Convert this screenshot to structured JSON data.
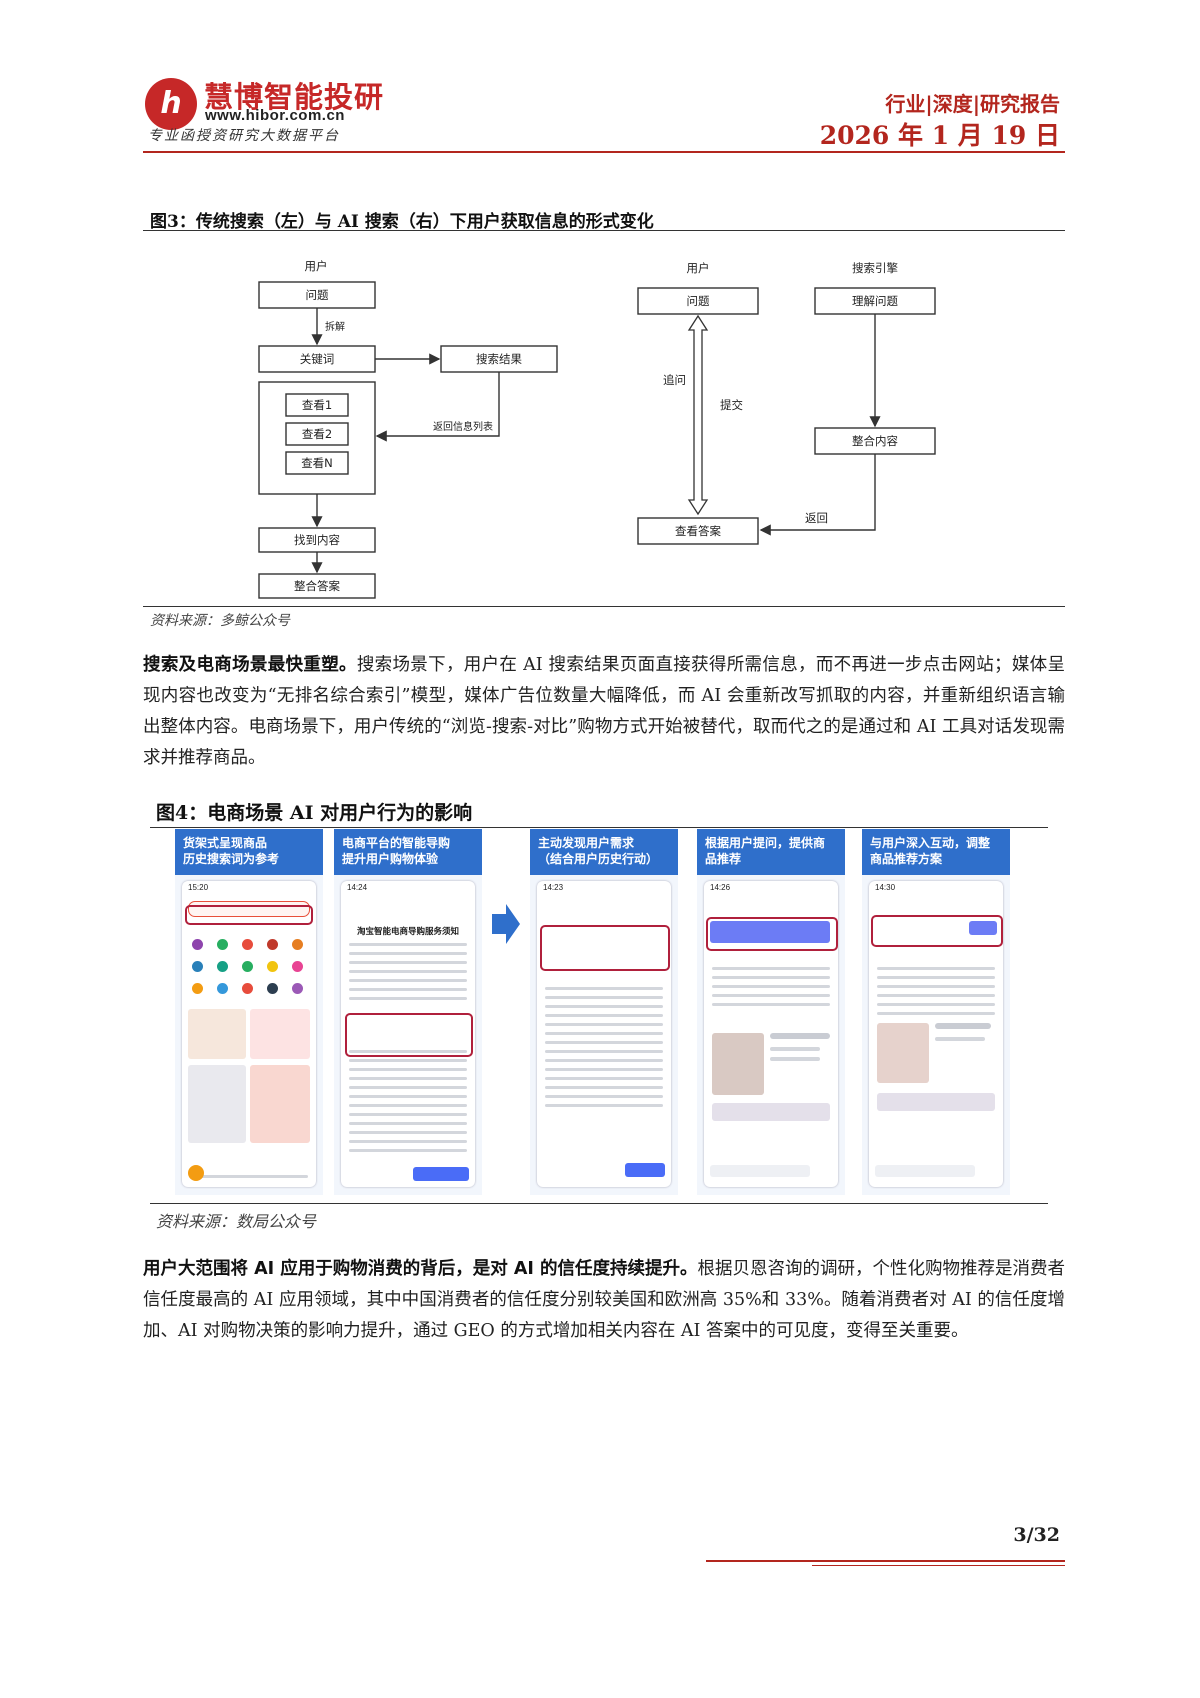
{
  "header": {
    "logo_mark": "h",
    "brand_name": "慧博智能投研",
    "website": "www.hibor.com.cn",
    "slogan": "专业函授资研究大数据平台",
    "report_type": "行业|深度|研究报告",
    "date": "2026 年 1 月 19 日"
  },
  "figure3": {
    "caption": "图3：传统搜索（左）与 AI 搜索（右）下用户获取信息的形式变化",
    "source": "资料来源：多鲸公众号",
    "left": {
      "user": "用户",
      "question": "问题",
      "split": "拆解",
      "keyword": "关键词",
      "search_results": "搜索结果",
      "return_list": "返回信息列表",
      "view1": "查看1",
      "view2": "查看2",
      "viewN": "查看N",
      "find_content": "找到内容",
      "integrate_answer": "整合答案"
    },
    "right": {
      "user": "用户",
      "engine": "搜索引擎",
      "question": "问题",
      "understand": "理解问题",
      "follow_up": "追问",
      "submit": "提交",
      "integrate": "整合内容",
      "return": "返回",
      "view_answer": "查看答案"
    }
  },
  "para1": {
    "bold": "搜索及电商场景最快重塑。",
    "text": "搜索场景下，用户在 AI 搜索结果页面直接获得所需信息，而不再进一步点击网站；媒体呈现内容也改变为“无排名综合索引”模型，媒体广告位数量大幅降低，而 AI 会重新改写抓取的内容，并重新组织语言输出整体内容。电商场景下，用户传统的“浏览-搜索-对比”购物方式开始被替代，取而代之的是通过和 AI 工具对话发现需求并推荐商品。"
  },
  "figure4": {
    "caption": "图4：电商场景 AI 对用户行为的影响",
    "source": "资料来源：数局公众号",
    "panels": [
      {
        "title": "货架式呈现商品\n历史搜索词为参考",
        "time": "15:20"
      },
      {
        "title": "电商平台的智能导购\n提升用户购物体验",
        "time": "14:24",
        "doc_title": "淘宝智能电商导购服务须知"
      },
      {
        "title": "主动发现用户需求\n（结合用户历史行动）",
        "time": "14:23"
      },
      {
        "title": "根据用户提问，提供商\n品推荐",
        "time": "14:26"
      },
      {
        "title": "与用户深入互动，调整\n商品推荐方案",
        "time": "14:30"
      }
    ],
    "arrow_icon": "right-arrow-icon"
  },
  "para2": {
    "bold": "用户大范围将 AI 应用于购物消费的背后，是对 AI 的信任度持续提升。",
    "text": "根据贝恩咨询的调研，个性化购物推荐是消费者信任度最高的 AI 应用领域，其中中国消费者的信任度分别较美国和欧洲高 35%和 33%。随着消费者对 AI 的信任度增加、AI 对购物决策的影响力提升，通过 GEO 的方式增加相关内容在 AI 答案中的可见度，变得至关重要。"
  },
  "footer": {
    "page": "3/32"
  },
  "colors": {
    "brand_red": "#b3261e",
    "panel_blue": "#2f6fcb",
    "highlight": "#b0203c"
  }
}
